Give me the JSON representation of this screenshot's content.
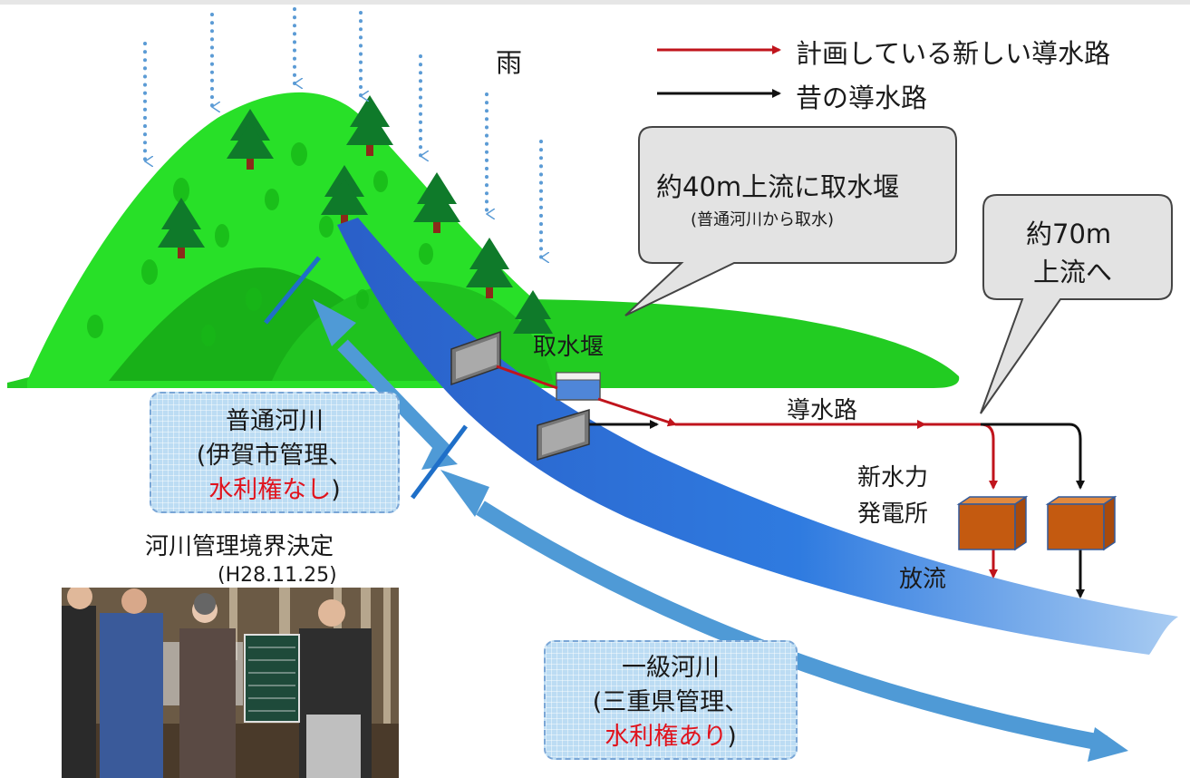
{
  "legend": {
    "planned_label": "計画している新しい導水路",
    "old_label": "昔の導水路",
    "planned_color": "#c0141c",
    "old_color": "#111111"
  },
  "labels": {
    "rain": "雨",
    "intake_weir": "取水堰",
    "conduit": "導水路",
    "power_station_line1": "新水力",
    "power_station_line2": "発電所",
    "discharge": "放流",
    "boundary_decision": "河川管理境界決定",
    "boundary_date": "(H28.11.25)"
  },
  "callouts": {
    "weir_note_main": "約40m上流に取水堰",
    "weir_note_sub": "(普通河川から取水)",
    "upstream_line1": "約70m",
    "upstream_line2": "上流へ"
  },
  "boxes": {
    "ordinary_river": {
      "title": "普通河川",
      "line2": "(伊賀市管理、",
      "rights": "水利権なし",
      "close": ")"
    },
    "class_one_river": {
      "title": "一級河川",
      "line2": "(三重県管理、",
      "rights": "水利権あり",
      "close": ")"
    }
  },
  "colors": {
    "mountain_light": "#22e022",
    "mountain_dark": "#14b414",
    "river_blue": "#2f6fd6",
    "boundary_arrow": "#4f9ad6",
    "building": "#c45a10",
    "accent_red": "#e0141e"
  },
  "icons": [
    "tree-icon",
    "rain-drop-icon",
    "weir-gate-icon",
    "building-icon"
  ]
}
